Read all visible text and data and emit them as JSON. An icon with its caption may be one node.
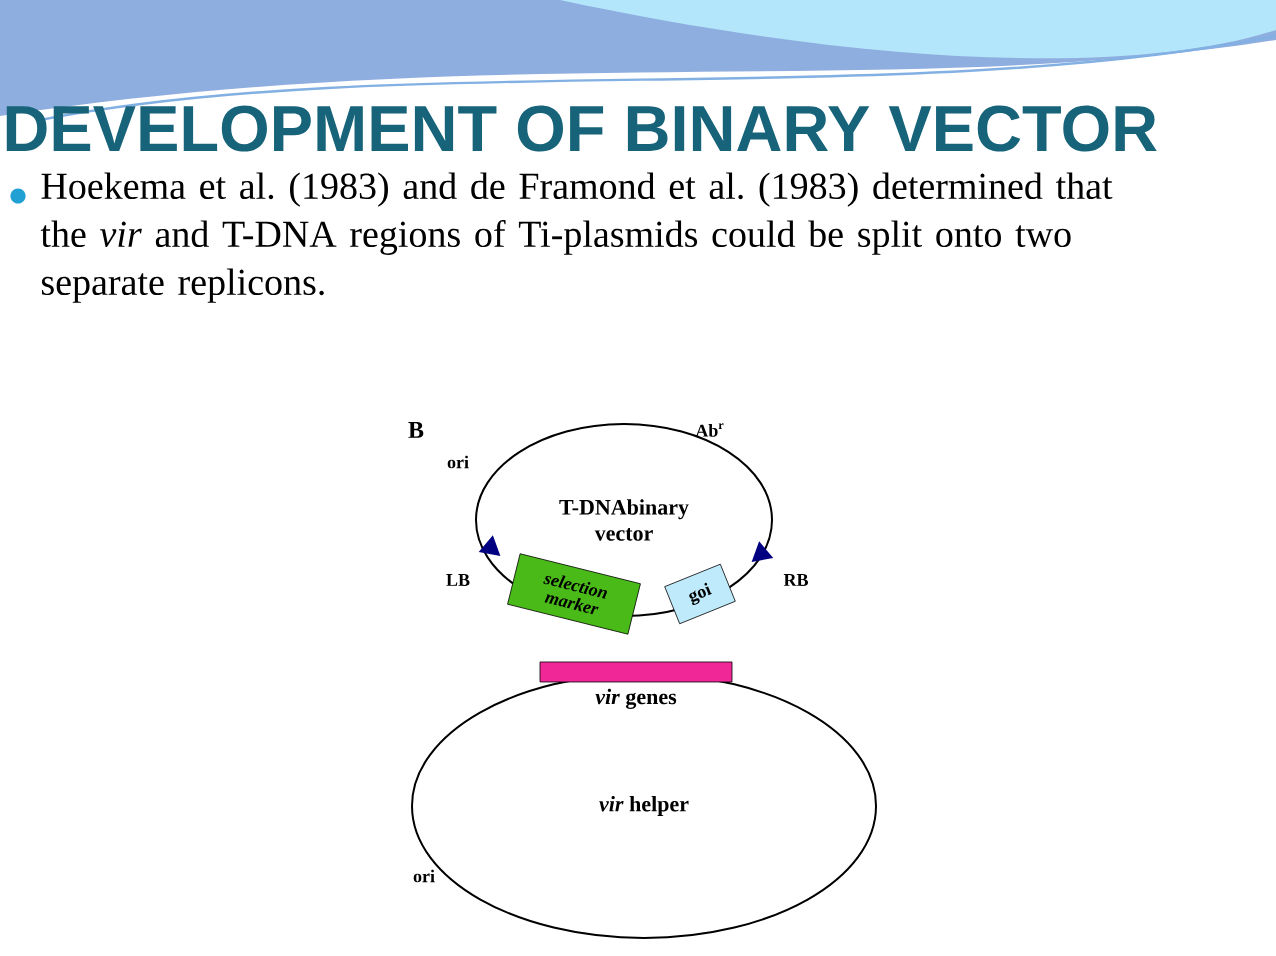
{
  "diagram": {
    "title": "DEVELOPMENT OF BINARY VECTOR",
    "nodes": [
      {
        "text": [
          "T-DNAbinary vector"
        ]
      },
      {
        "text": [
          "selection marker"
        ]
      },
      {
        "text": [
          "goi"
        ]
      },
      {
        "text": [
          "*vir* helper"
        ]
      },
      {
        "text": [],
        "shape": "bar",
        "beside": [
          "*vir* genes"
        ]
      }
    ],
    "labels": [
      "Hoekema et al. (1983) and de Framond et al. (1983) determined that the *vir* and T-DNA regions of Ti-plasmids could be split onto two separate replicons.",
      "B",
      "ori",
      "Ab$^{r}$",
      "LB",
      "RB",
      "ori"
    ]
  }
}
